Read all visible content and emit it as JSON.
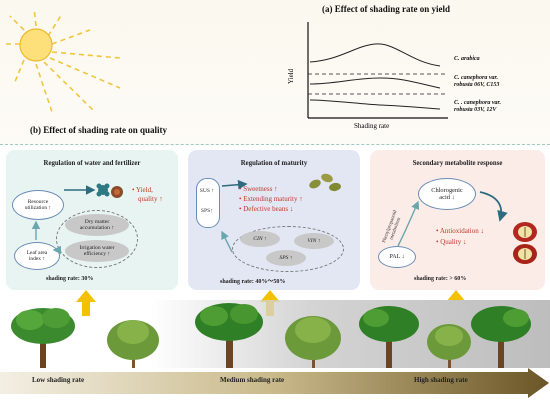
{
  "part_a": {
    "title": "(a)  Effect of shading rate on yield",
    "y_axis_label": "Yield",
    "x_axis_label": "Shading rate",
    "curves": [
      {
        "label": "C. arabica"
      },
      {
        "label_line1": "C. canephora var.",
        "label_line2": "robusta 06V, C153"
      },
      {
        "label_line1": "C. . canephora var.",
        "label_line2": "robusta 03V, 12V"
      }
    ]
  },
  "part_b": {
    "title": "(b)  Effect of shading rate on quality"
  },
  "panels": {
    "water": {
      "title": "Regulation of water and fertilizer",
      "resource_line1": "Resource",
      "resource_line2": "utilization ↑",
      "leaf_line1": "Leaf area",
      "leaf_line2": "index ↑",
      "dry_line1": "Dry matter",
      "dry_line2": "accumulation ↑",
      "irrig_line1": "Irrigation water",
      "irrig_line2": "efficiency ↑",
      "effect_line1": "• Yield,",
      "effect_line2": "quality ↑",
      "rate": "shading rate:  30%"
    },
    "maturity": {
      "title": "Regulation of  maturity",
      "sus": "SUS ↑",
      "sps": "SPS↑",
      "effects": [
        "• Sweetness ↑",
        "• Extending maturity ↑",
        "• Defective  beans ↓"
      ],
      "cin": "CIN ↑",
      "vin": "VIN ↑",
      "sps2": "SPS ↑",
      "rate": "shading rate:  40%～50%"
    },
    "secondary": {
      "title": "Secondary metabolite response",
      "chlor_line1": "Chlorogenic",
      "chlor_line2": "acid ↓",
      "pathway_line1": "Phenylpropanoid",
      "pathway_line2": "metabolism",
      "pal": "PAL ↓",
      "effects": [
        "• Antioxidation ↓",
        "• Quality ↓"
      ],
      "rate": "shading rate:  > 60%"
    }
  },
  "bottom_bar": {
    "low": "Low shading rate",
    "medium": "Medium shading rate",
    "high": "High shading rate"
  },
  "colors": {
    "panel_water": "#e7f4f1",
    "panel_maturity": "#e3e6f3",
    "panel_secondary": "#fbece8",
    "effect_red": "#c0392b",
    "arrow_yellow": "#f2c100",
    "bar_gradient_start": "#f3efe3",
    "bar_gradient_end": "#6a5626"
  }
}
